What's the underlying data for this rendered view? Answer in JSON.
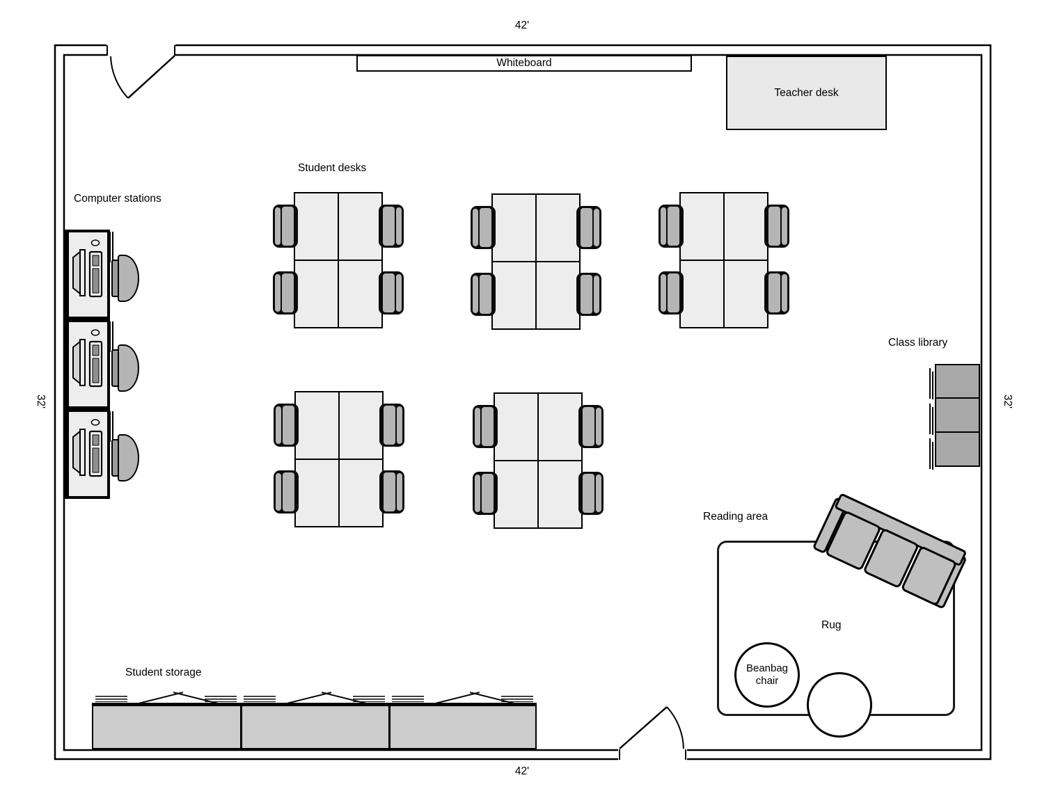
{
  "room": {
    "dim_top": "42'",
    "dim_bottom": "42'",
    "dim_left": "32'",
    "dim_right": "32'"
  },
  "labels": {
    "whiteboard": "Whiteboard",
    "teacher_desk": "Teacher desk",
    "student_desks": "Student desks",
    "computer_stations": "Computer stations",
    "class_library": "Class library",
    "reading_area": "Reading area",
    "rug": "Rug",
    "beanbag_chair": "Beanbag chair",
    "student_storage": "Student storage"
  },
  "furniture_counts": {
    "student_desk_groups": 5,
    "desks_per_group": 4,
    "chairs_per_group": 4,
    "computer_stations": 3,
    "library_shelves": 3,
    "storage_sections": 3,
    "beanbag_chairs": 2,
    "sofa_seats": 3,
    "doors": 2
  },
  "colors": {
    "wall": "#000000",
    "desk_fill": "#ededed",
    "chair_fill": "#b5b5b5",
    "library_fill": "#a8a8a8",
    "storage_fill": "#cccccc",
    "sofa_fill": "#bfbfbf",
    "teacher_desk_fill": "#e9e9e9",
    "background": "#ffffff"
  }
}
